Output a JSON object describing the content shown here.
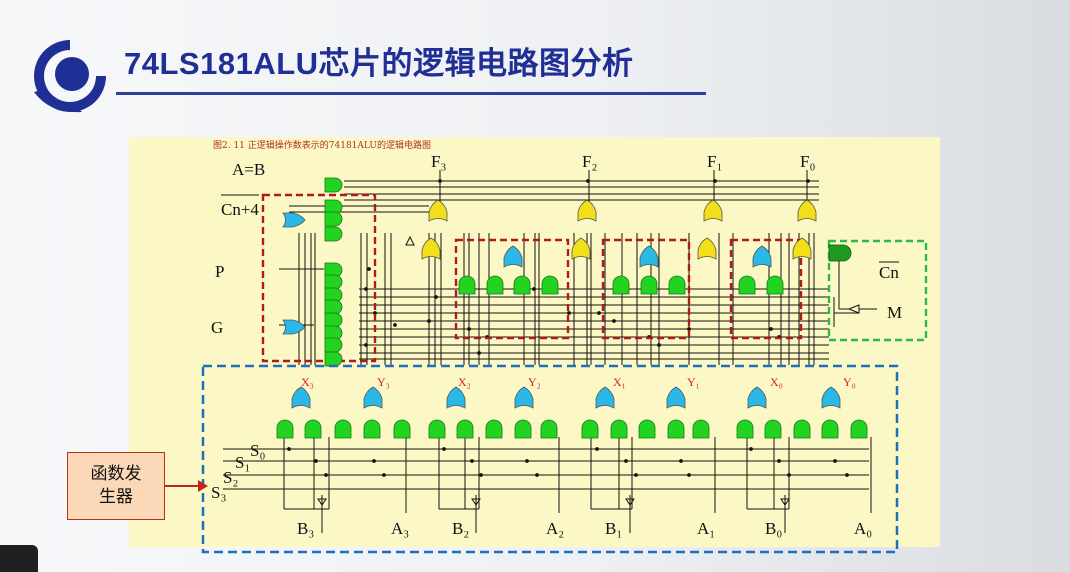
{
  "slide": {
    "title": "74LS181ALU芯片的逻辑电路图分析"
  },
  "diagram": {
    "caption": "图2. 11  正逻辑操作数表示的74181ALU的逻辑电路图",
    "top_labels": [
      "F₃",
      "F₂",
      "F₁",
      "F₀"
    ],
    "left_labels": {
      "aeqb": "A=B",
      "cn4": "Cn+4",
      "p": "P",
      "g": "G"
    },
    "right_labels": {
      "cn": "Cn",
      "m": "M"
    },
    "xy_labels": [
      "X₃",
      "Y₃",
      "X₂",
      "Y₂",
      "X₁",
      "Y₁",
      "X₀",
      "Y₀"
    ],
    "s_labels": [
      "S₀",
      "S₁",
      "S₂",
      "S₃"
    ],
    "bottom_labels": [
      "B₃",
      "A₃",
      "B₂",
      "A₂",
      "B₁",
      "A₁",
      "B₀",
      "A₀"
    ]
  },
  "callout": {
    "line1": "函数发",
    "line2": "生器"
  },
  "colors": {
    "title": "#1f2f95",
    "diagram_bg": "#fbf8c5",
    "and_gate": "#22d322",
    "or_gate_cyan": "#2ab8e6",
    "or_gate_yellow": "#f2df1a",
    "red_box": "#b01a1a",
    "green_box": "#2fb84a",
    "blue_box": "#1e6fc0",
    "label_red": "#d42020"
  }
}
